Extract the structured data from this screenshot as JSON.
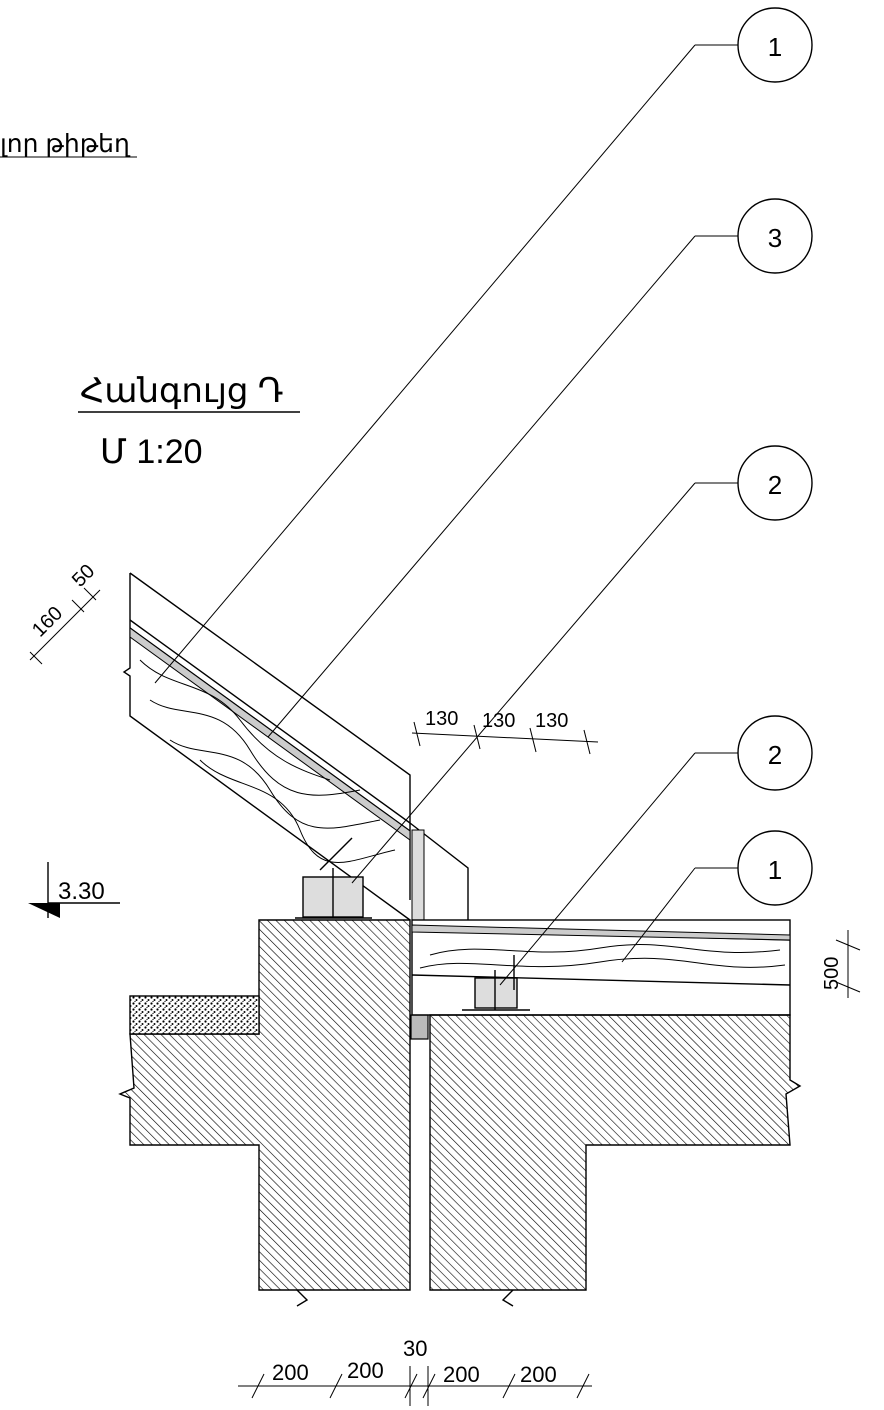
{
  "header_fragment": "լոր թիթեղ",
  "title": "Հանգույց Դ",
  "scale": "Մ  1:20",
  "level_mark": "3.30",
  "callouts": [
    "1",
    "3",
    "2",
    "2",
    "1"
  ],
  "dims_slope": [
    "160",
    "50"
  ],
  "dims_top": [
    "130",
    "130",
    "130"
  ],
  "dims_right": [
    "500"
  ],
  "dims_bottom": [
    "200",
    "200",
    "30",
    "200",
    "200"
  ]
}
